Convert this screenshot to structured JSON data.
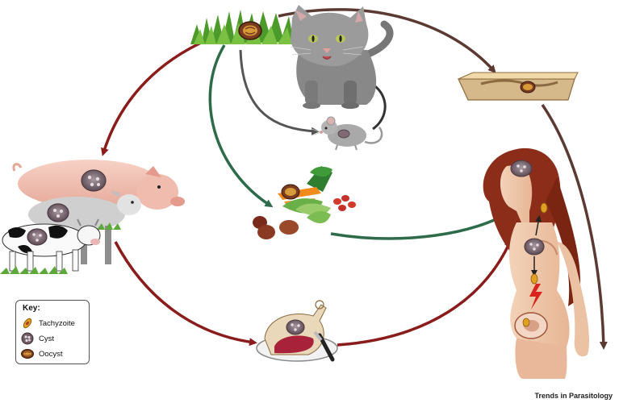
{
  "key": {
    "title": "Key:",
    "items": [
      {
        "label": "Tachyzoite",
        "icon": "tachyzoite-icon"
      },
      {
        "label": "Cyst",
        "icon": "cyst-icon"
      },
      {
        "label": "Oocyst",
        "icon": "oocyst-icon"
      }
    ]
  },
  "credit": "Trends in Parasitology",
  "colors": {
    "red_arrow": "#8b1c1c",
    "green_arrow": "#2e6b4b",
    "brown_arrow": "#5a3a32",
    "grey_arrow": "#555555",
    "cyst": "#6d5a62",
    "oocyst": "#7a3b1e",
    "tachyzoite": "#e0a020"
  }
}
